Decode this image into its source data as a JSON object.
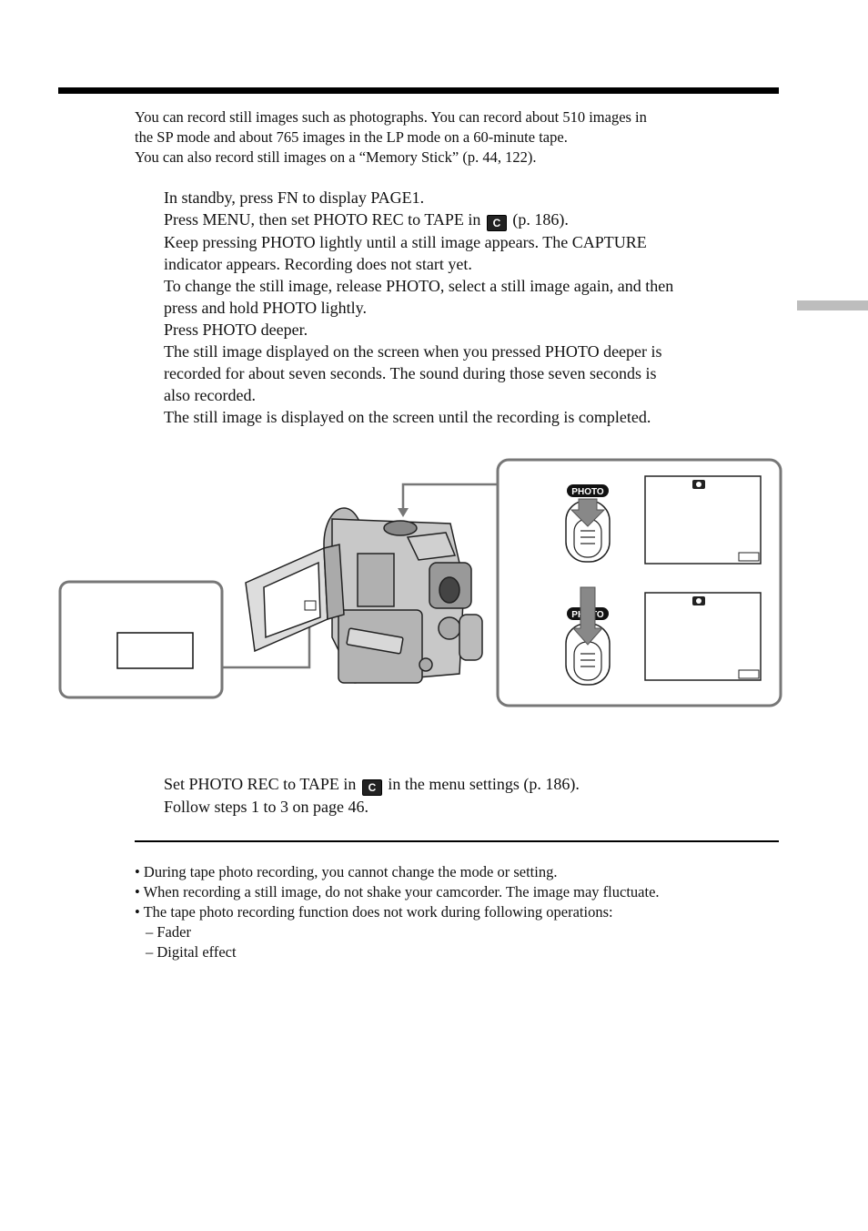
{
  "intro": {
    "line1": "You can record still images such as photographs. You can record about 510 images in",
    "line2": "the SP mode and about 765 images in the LP mode on a 60-minute tape.",
    "line3": "You can also record still images on a “Memory Stick” (p. 44, 122)."
  },
  "steps": {
    "s1": "In standby, press FN to display PAGE1.",
    "s2_before": "Press MENU, then set PHOTO REC to TAPE in",
    "s2_after": "(p. 186).",
    "s3a": "Keep pressing PHOTO lightly until a still image appears. The CAPTURE",
    "s3b": "indicator appears. Recording does not start yet.",
    "s3c": "To change the still image, release PHOTO, select a still image again, and then",
    "s3d": "press and hold PHOTO lightly.",
    "s4": "Press PHOTO deeper.",
    "s4a": "The still image displayed on the screen when you pressed PHOTO deeper is",
    "s4b": "recorded for about seven seconds. The sound during those seven seconds is",
    "s4c": "also recorded.",
    "s4d": "The still image is displayed on the screen until the recording is completed."
  },
  "figure": {
    "photo_label_1": "PHOTO",
    "photo_label_2": "PHOTO",
    "menu_icon_glyph": "C"
  },
  "steps2": {
    "s1_before": "Set PHOTO REC to TAPE in",
    "s1_after": "in the menu settings (p. 186).",
    "s2": "Follow steps 1 to 3 on page 46."
  },
  "notes": {
    "n1": "• During tape photo recording, you cannot change the mode or setting.",
    "n2": "• When recording a still image, do not shake your camcorder. The image may fluctuate.",
    "n3": "• The tape photo recording function does not work during following operations:",
    "n3a": "– Fader",
    "n3b": "– Digital effect"
  }
}
